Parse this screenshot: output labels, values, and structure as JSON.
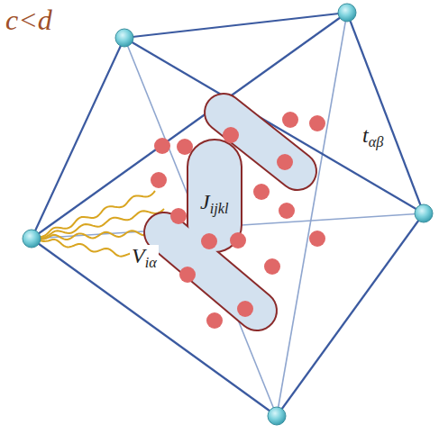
{
  "diagram": {
    "nodes": [
      {
        "text": [
          "Jijkl"
        ]
      }
    ],
    "labels": [
      "c<d",
      "tαβ",
      "Viα"
    ]
  }
}
